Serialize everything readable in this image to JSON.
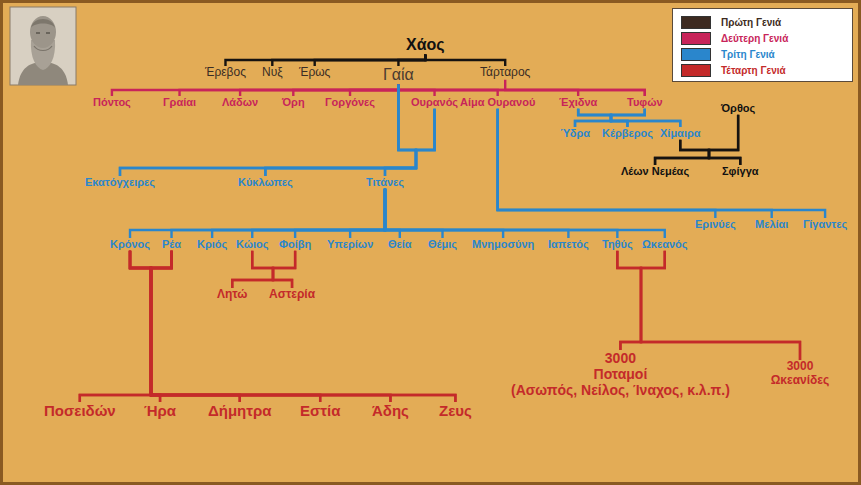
{
  "diagram": {
    "nodes": [
      {
        "text": [
          "Χάος"
        ]
      },
      {
        "text": [
          "Έρεβος"
        ]
      },
      {
        "text": [
          "Νυξ"
        ]
      },
      {
        "text": [
          "Έρως"
        ]
      },
      {
        "text": [
          "Γαία"
        ]
      },
      {
        "text": [
          "Τάρταρος"
        ]
      },
      {
        "text": [
          "Πόντος"
        ]
      },
      {
        "text": [
          "Γραίαι"
        ]
      },
      {
        "text": [
          "Λάδων"
        ]
      },
      {
        "text": [
          "Όρη"
        ]
      },
      {
        "text": [
          "Γοργόνες"
        ]
      },
      {
        "text": [
          "Ουρανός"
        ]
      },
      {
        "text": [
          "Αίμα Ουρανού"
        ]
      },
      {
        "text": [
          "Έχιδνα"
        ]
      },
      {
        "text": [
          "Τυφών"
        ]
      },
      {
        "text": [
          "Ύδρα"
        ]
      },
      {
        "text": [
          "Κέρβερος"
        ]
      },
      {
        "text": [
          "Χίμαιρα"
        ]
      },
      {
        "text": [
          "Όρθος"
        ]
      },
      {
        "text": [
          "Λέων Νεμέας"
        ]
      },
      {
        "text": [
          "Σφίγγα"
        ]
      },
      {
        "text": [
          "Εκατόγχειρες"
        ]
      },
      {
        "text": [
          "Κύκλωπες"
        ]
      },
      {
        "text": [
          "Τιτάνες"
        ]
      },
      {
        "text": [
          "Ερινύες"
        ]
      },
      {
        "text": [
          "Μελίαι"
        ]
      },
      {
        "text": [
          "Γίγαντες"
        ]
      },
      {
        "text": [
          "Κρόνος"
        ]
      },
      {
        "text": [
          "Ρέα"
        ]
      },
      {
        "text": [
          "Κριός"
        ]
      },
      {
        "text": [
          "Κώιος"
        ]
      },
      {
        "text": [
          "Φοίβη"
        ]
      },
      {
        "text": [
          "Υπερίων"
        ]
      },
      {
        "text": [
          "Θεία"
        ]
      },
      {
        "text": [
          "Θέμις"
        ]
      },
      {
        "text": [
          "Μνημοσύνη"
        ]
      },
      {
        "text": [
          "Ιαπετός"
        ]
      },
      {
        "text": [
          "Τηθύς"
        ]
      },
      {
        "text": [
          "Ωκεανός"
        ]
      },
      {
        "text": [
          "Λητώ"
        ]
      },
      {
        "text": [
          "Αστερία"
        ]
      },
      {
        "text": [
          "Ποσειδών"
        ]
      },
      {
        "text": [
          "Ήρα"
        ]
      },
      {
        "text": [
          "Δήμητρα"
        ]
      },
      {
        "text": [
          "Εστία"
        ]
      },
      {
        "text": [
          "Άδης"
        ]
      },
      {
        "text": [
          "Ζευς"
        ]
      },
      {
        "text": [
          "3000 Ποταμοί",
          "(Ασωπός, Νείλος, Ίναχος, κ.λ.π.)"
        ]
      },
      {
        "text": [
          "3000 Ωκεανίδες"
        ]
      }
    ],
    "edges": [
      {
        "from": 0,
        "to": 1,
        "arrow": "none"
      },
      {
        "from": 0,
        "to": 2,
        "arrow": "none"
      },
      {
        "from": 0,
        "to": 3,
        "arrow": "none"
      },
      {
        "from": 0,
        "to": 4,
        "arrow": "none"
      },
      {
        "from": 0,
        "to": 5,
        "arrow": "none"
      },
      {
        "from": 4,
        "to": 6,
        "arrow": "none"
      },
      {
        "from": 4,
        "to": 7,
        "arrow": "none"
      },
      {
        "from": 4,
        "to": 8,
        "arrow": "none"
      },
      {
        "from": 4,
        "to": 9,
        "arrow": "none"
      },
      {
        "from": 4,
        "to": 10,
        "arrow": "none"
      },
      {
        "from": 4,
        "to": 11,
        "arrow": "none"
      },
      {
        "from": 4,
        "to": 12,
        "arrow": "none"
      },
      {
        "from": 4,
        "to": 13,
        "arrow": "none"
      },
      {
        "from": 4,
        "to": 14,
        "arrow": "none"
      },
      {
        "from": 5,
        "to": 14,
        "arrow": "none"
      },
      {
        "from": 13,
        "to": 15,
        "arrow": "none"
      },
      {
        "from": 13,
        "to": 16,
        "arrow": "none"
      },
      {
        "from": 13,
        "to": 17,
        "arrow": "none"
      },
      {
        "from": 14,
        "to": 15,
        "arrow": "none"
      },
      {
        "from": 14,
        "to": 16,
        "arrow": "none"
      },
      {
        "from": 14,
        "to": 17,
        "arrow": "none"
      },
      {
        "from": 17,
        "to": 19,
        "arrow": "none"
      },
      {
        "from": 17,
        "to": 20,
        "arrow": "none"
      },
      {
        "from": 18,
        "to": 19,
        "arrow": "none"
      },
      {
        "from": 18,
        "to": 20,
        "arrow": "none"
      },
      {
        "from": 4,
        "to": 21,
        "arrow": "none"
      },
      {
        "from": 4,
        "to": 22,
        "arrow": "none"
      },
      {
        "from": 4,
        "to": 23,
        "arrow": "none"
      },
      {
        "from": 11,
        "to": 21,
        "arrow": "none"
      },
      {
        "from": 11,
        "to": 22,
        "arrow": "none"
      },
      {
        "from": 11,
        "to": 23,
        "arrow": "none"
      },
      {
        "from": 12,
        "to": 24,
        "arrow": "none"
      },
      {
        "from": 12,
        "to": 25,
        "arrow": "none"
      },
      {
        "from": 12,
        "to": 26,
        "arrow": "none"
      },
      {
        "from": 23,
        "to": 27,
        "arrow": "none"
      },
      {
        "from": 23,
        "to": 28,
        "arrow": "none"
      },
      {
        "from": 23,
        "to": 29,
        "arrow": "none"
      },
      {
        "from": 23,
        "to": 30,
        "arrow": "none"
      },
      {
        "from": 23,
        "to": 31,
        "arrow": "none"
      },
      {
        "from": 23,
        "to": 32,
        "arrow": "none"
      },
      {
        "from": 23,
        "to": 33,
        "arrow": "none"
      },
      {
        "from": 23,
        "to": 34,
        "arrow": "none"
      },
      {
        "from": 23,
        "to": 35,
        "arrow": "none"
      },
      {
        "from": 23,
        "to": 36,
        "arrow": "none"
      },
      {
        "from": 23,
        "to": 37,
        "arrow": "none"
      },
      {
        "from": 23,
        "to": 38,
        "arrow": "none"
      },
      {
        "from": 27,
        "to": 41,
        "arrow": "none"
      },
      {
        "from": 27,
        "to": 42,
        "arrow": "none"
      },
      {
        "from": 27,
        "to": 43,
        "arrow": "none"
      },
      {
        "from": 27,
        "to": 44,
        "arrow": "none"
      },
      {
        "from": 27,
        "to": 45,
        "arrow": "none"
      },
      {
        "from": 27,
        "to": 46,
        "arrow": "none"
      },
      {
        "from": 28,
        "to": 41,
        "arrow": "none"
      },
      {
        "from": 28,
        "to": 42,
        "arrow": "none"
      },
      {
        "from": 28,
        "to": 43,
        "arrow": "none"
      },
      {
        "from": 28,
        "to": 44,
        "arrow": "none"
      },
      {
        "from": 28,
        "to": 45,
        "arrow": "none"
      },
      {
        "from": 28,
        "to": 46,
        "arrow": "none"
      },
      {
        "from": 30,
        "to": 39,
        "arrow": "none"
      },
      {
        "from": 30,
        "to": 40,
        "arrow": "none"
      },
      {
        "from": 31,
        "to": 39,
        "arrow": "none"
      },
      {
        "from": 31,
        "to": 40,
        "arrow": "none"
      },
      {
        "from": 37,
        "to": 47,
        "arrow": "none"
      },
      {
        "from": 37,
        "to": 48,
        "arrow": "none"
      },
      {
        "from": 38,
        "to": 47,
        "arrow": "none"
      },
      {
        "from": 38,
        "to": 48,
        "arrow": "none"
      }
    ],
    "legend": [
      {
        "text": "Πρώτη Γενιά",
        "color": "#3d2a20"
      },
      {
        "text": "Δεύτερη Γενιά",
        "color": "#c8245a"
      },
      {
        "text": "Τρίτη Γενιά",
        "color": "#2a86cc"
      },
      {
        "text": "Τέταρτη Γενιά",
        "color": "#c42a2a"
      }
    ]
  }
}
